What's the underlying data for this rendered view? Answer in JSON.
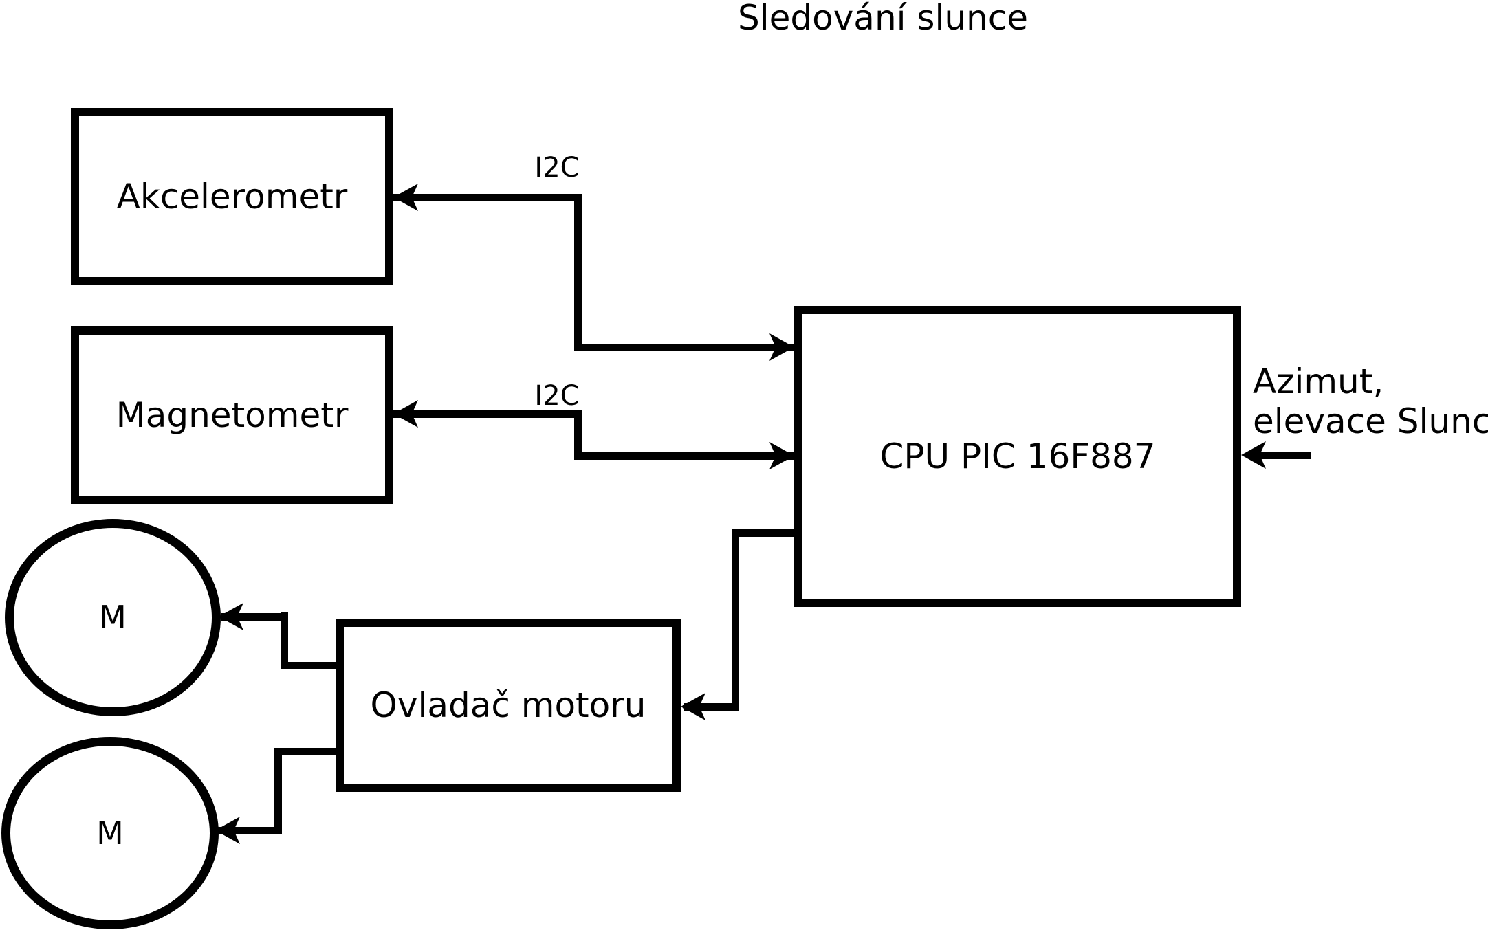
{
  "diagram": {
    "title": "Sledování slunce",
    "colors": {
      "ink": "#000000",
      "background": "#ffffff"
    },
    "nodes": {
      "akcelerometr": {
        "label": "Akcelerometr"
      },
      "magnetometr": {
        "label": "Magnetometr"
      },
      "cpu": {
        "label": "CPU PIC 16F887"
      },
      "motor_driver": {
        "label": "Ovladač motoru"
      },
      "motor1": {
        "label": "M"
      },
      "motor2": {
        "label": "M"
      }
    },
    "edge_labels": {
      "i2c_akcelerometr": "I2C",
      "i2c_magnetometr": "I2C",
      "azimut_line1": "Azimut,",
      "azimut_line2": "elevace Slunce"
    }
  }
}
